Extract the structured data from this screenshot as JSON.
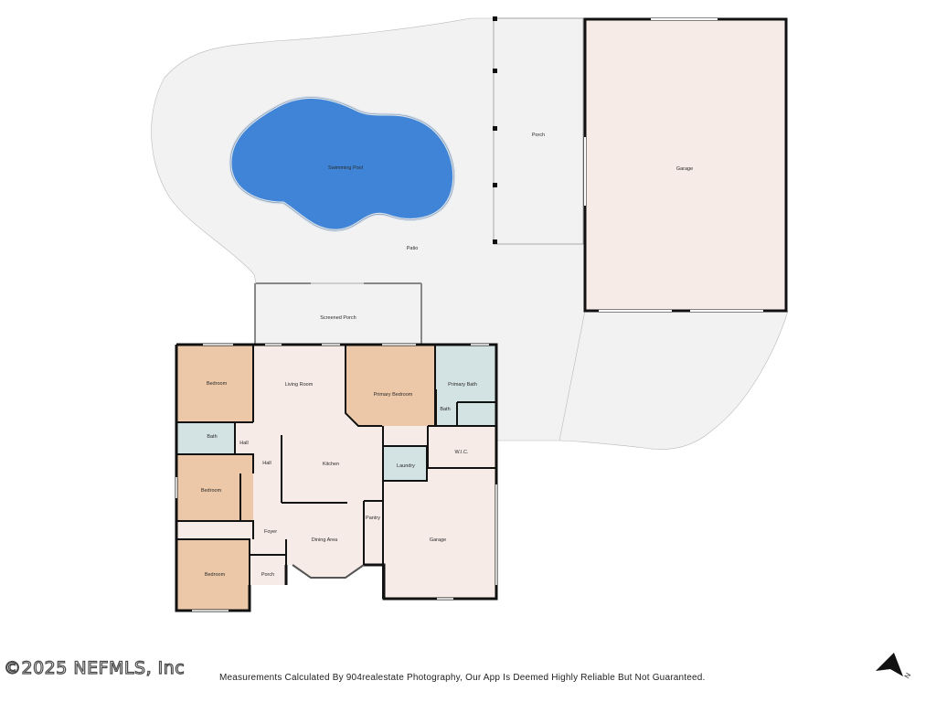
{
  "rooms": {
    "swimming_pool": "Swimming Pool",
    "patio": "Patio",
    "porch_back": "Porch",
    "garage_detached": "Garage",
    "screened_porch": "Screened Porch",
    "bedroom_top_left": "Bedroom",
    "living_room": "Living Room",
    "primary_bedroom": "Primary Bedroom",
    "primary_bath": "Primary Bath",
    "bath_primary_small": "Bath",
    "bath_left": "Bath",
    "hall_small": "Hall",
    "hall": "Hall",
    "kitchen": "Kitchen",
    "laundry": "Laundry",
    "wic": "W.I.C.",
    "bedroom_middle_left": "Bedroom",
    "pantry": "Pantry",
    "foyer": "Foyer",
    "dining_area": "Dining Area",
    "garage_attached": "Garage",
    "bedroom_bottom_left": "Bedroom",
    "porch_front": "Porch"
  },
  "footer": {
    "copyright": "©2025 NEFMLS, Inc",
    "disclaimer": "Measurements Calculated By 904realestate Photography, Our App Is Deemed Highly Reliable But Not Guaranteed."
  },
  "compass": {
    "label": "N",
    "icon": "north-arrow-icon"
  },
  "colors": {
    "pool": "#3f84d6",
    "patio": "#f2f2f2",
    "interior": "#f6ebe6",
    "bedroom": "#ecc8a8",
    "bath": "#d3e2e2",
    "wall": "#111111"
  }
}
